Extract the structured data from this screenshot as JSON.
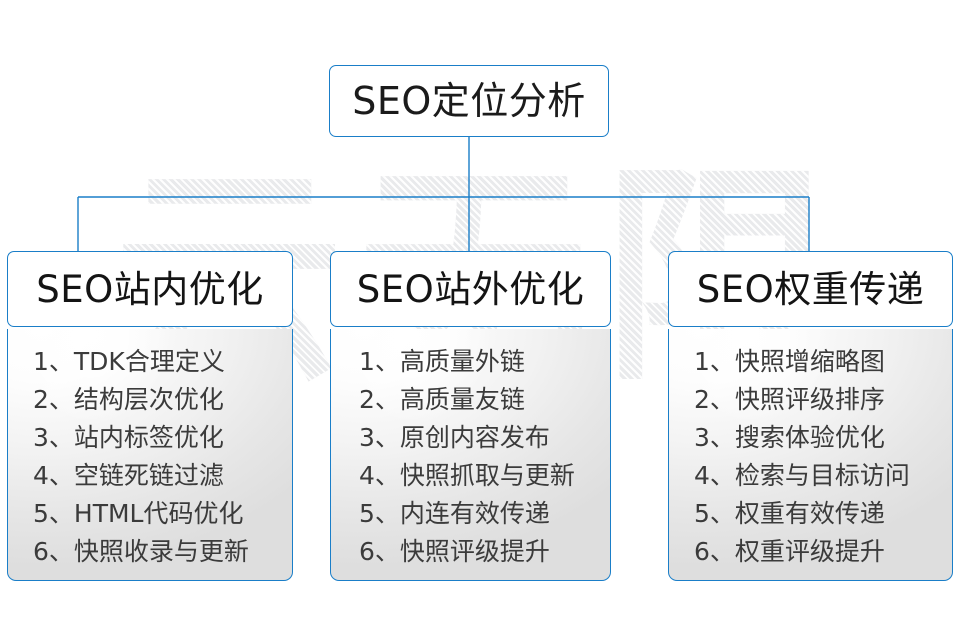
{
  "diagram": {
    "title": "SEO定位分析",
    "watermark": "云无限",
    "accent_color": "#1a7ec8",
    "text_color": "#3b3b3b",
    "heading_color": "#141414",
    "body_background": "#e6e6e6",
    "columns": [
      {
        "heading": "SEO站内优化",
        "items": [
          "1、TDK合理定义",
          "2、结构层次优化",
          "3、站内标签优化",
          "4、空链死链过滤",
          "5、HTML代码优化",
          "6、快照收录与更新"
        ]
      },
      {
        "heading": "SEO站外优化",
        "items": [
          "1、高质量外链",
          "2、高质量友链",
          "3、原创内容发布",
          "4、快照抓取与更新",
          "5、内连有效传递",
          "6、快照评级提升"
        ]
      },
      {
        "heading": "SEO权重传递",
        "items": [
          "1、快照增缩略图",
          "2、快照评级排序",
          "3、搜索体验优化",
          "4、检索与目标访问",
          "5、权重有效传递",
          "6、权重评级提升"
        ]
      }
    ]
  }
}
